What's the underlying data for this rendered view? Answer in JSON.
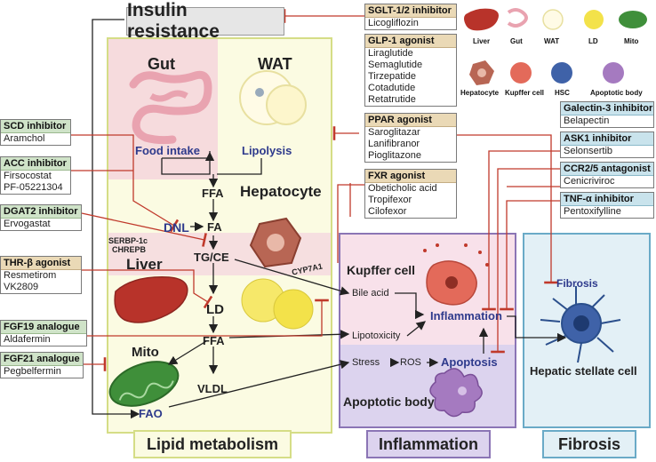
{
  "title": "Insulin resistance",
  "regions": {
    "gut": "Gut",
    "wat": "WAT",
    "hepatocyte": "Hepatocyte",
    "liver": "Liver",
    "mito": "Mito",
    "ld": "LD",
    "kupffer": "Kupffer cell",
    "apoptotic_body": "Apoptotic body",
    "hsc": "Hepatic stellate cell"
  },
  "nodes": {
    "food_intake": "Food intake",
    "lipolysis": "Lipolysis",
    "ffa_top": "FFA",
    "dnl": "DNL",
    "fa": "FA",
    "srebp": "SERBP-1c",
    "chrebp": "CHREPB",
    "tgce": "TG/CE",
    "cyp7a1": "CYP7A1",
    "bile_acid": "Bile acid",
    "inflammation": "Inflammation",
    "lipotoxicity": "Lipotoxicity",
    "stress": "Stress",
    "ros": "ROS",
    "apoptosis": "Apoptosis",
    "ffa_bottom": "FFA",
    "vldl": "VLDL",
    "fao": "FAO",
    "fibrosis": "Fibrosis"
  },
  "bottom_labels": {
    "lipid": "Lipid metabolism",
    "inflammation": "Inflammation",
    "fibrosis": "Fibrosis"
  },
  "legend": [
    "Liver",
    "Gut",
    "WAT",
    "LD",
    "Mito",
    "Hepatocyte",
    "Kupffer cell",
    "HSC",
    "Apoptotic body"
  ],
  "drugs_left": [
    {
      "header": "SCD inhibitor",
      "items": [
        "Aramchol"
      ]
    },
    {
      "header": "ACC inhibitor",
      "items": [
        "Firsocostat",
        "PF-05221304"
      ]
    },
    {
      "header": "DGAT2 inhibitor",
      "items": [
        "Ervogastat"
      ]
    },
    {
      "header": "THR-β agonist",
      "items": [
        "Resmetirom",
        "VK2809"
      ]
    },
    {
      "header": "FGF19 analogue",
      "items": [
        "Aldafermin"
      ]
    },
    {
      "header": "FGF21 analogue",
      "items": [
        "Pegbelfermin"
      ]
    }
  ],
  "drugs_center": [
    {
      "header": "SGLT-1/2 inhibitor",
      "items": [
        "Licogliflozin"
      ]
    },
    {
      "header": "GLP-1 agonist",
      "items": [
        "Liraglutide",
        "Semaglutide",
        "Tirzepatide",
        "Cotadutide",
        "Retatrutide"
      ]
    },
    {
      "header": "PPAR agonist",
      "items": [
        "Saroglitazar",
        "Lanifibranor",
        "Pioglitazone"
      ]
    },
    {
      "header": "FXR agonist",
      "items": [
        "Obeticholic acid",
        "Tropifexor",
        "Cilofexor"
      ]
    }
  ],
  "drugs_right": [
    {
      "header": "Galectin-3 inhibitor",
      "items": [
        "Belapectin"
      ]
    },
    {
      "header": "ASK1 inhibitor",
      "items": [
        "Selonsertib"
      ]
    },
    {
      "header": "CCR2/5 antagonist",
      "items": [
        "Cenicriviroc"
      ]
    },
    {
      "header": "TNF-α inhibitor",
      "items": [
        "Pentoxifylline"
      ]
    }
  ],
  "colors": {
    "inhibit": "#c0392b",
    "arrow": "#222222",
    "navy": "#2e3a8c",
    "liver": "#b8332a",
    "mito": "#3f8f3a",
    "ld": "#f3e24a"
  }
}
